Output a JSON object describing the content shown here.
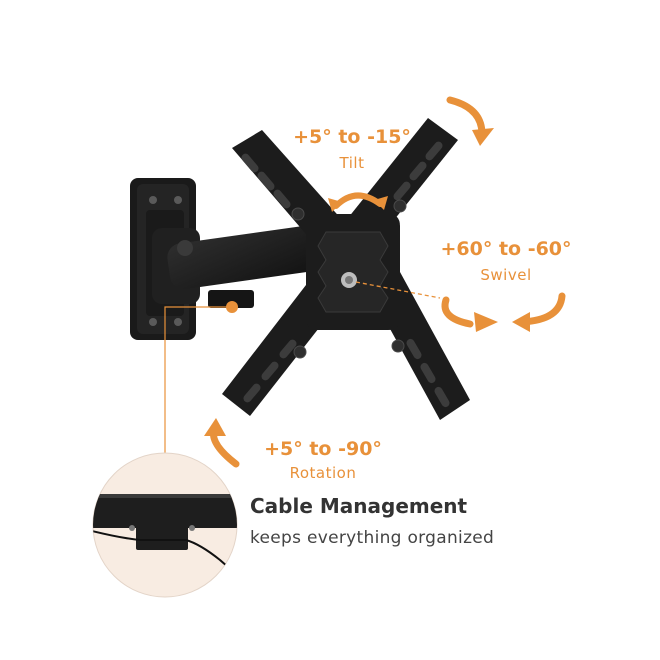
{
  "tilt": {
    "range": "+5° to -15°",
    "label": "Tilt"
  },
  "swivel": {
    "range": "+60° to -60°",
    "label": "Swivel"
  },
  "rotation": {
    "range": "+5° to -90°",
    "label": "Rotation"
  },
  "cable_management": {
    "title": "Cable Management",
    "subtitle": "keeps everything organized"
  },
  "colors": {
    "accent": "#e8913a",
    "mount": "#1c1c1c",
    "inset_bg": "#f8ece2",
    "title_text": "#333333"
  }
}
